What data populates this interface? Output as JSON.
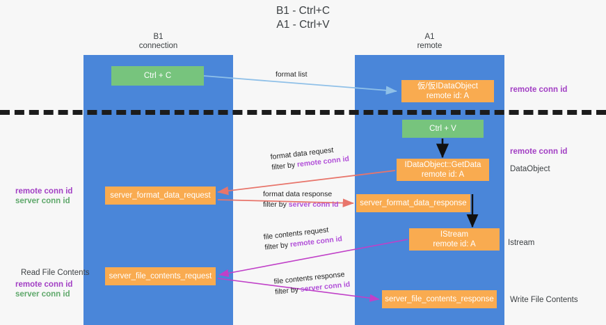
{
  "title": {
    "line1": "B1 - Ctrl+C",
    "line2": "A1 - Ctrl+V"
  },
  "columns": [
    {
      "id": "b1",
      "name": "B1",
      "sub": "connection"
    },
    {
      "id": "a1",
      "name": "A1",
      "sub": "remote"
    }
  ],
  "nodes": {
    "ctrl_c": {
      "line1": "Ctrl + C",
      "line2": ""
    },
    "idataobject": {
      "line1": "仮/仮IDataObject",
      "line2": "remote id: A"
    },
    "ctrl_v": {
      "line1": "Ctrl + V",
      "line2": ""
    },
    "getdata": {
      "line1": "IDataObject::GetData",
      "line2": "remote id: A"
    },
    "server_format_data_request": {
      "line1": "server_format_data_request",
      "line2": ""
    },
    "server_format_data_response": {
      "line1": "server_format_data_response",
      "line2": ""
    },
    "istream": {
      "line1": "IStream",
      "line2": "remote id: A"
    },
    "server_file_contents_request": {
      "line1": "server_file_contents_request",
      "line2": ""
    },
    "server_file_contents_response": {
      "line1": "server_file_contents_response",
      "line2": ""
    }
  },
  "edges": {
    "format_list": {
      "line1": "format list",
      "line2": "",
      "filter": ""
    },
    "format_data_request": {
      "line1": "format data request",
      "filter_prefix": "filter by ",
      "filter": "remote conn id"
    },
    "format_data_response": {
      "line1": "format data response",
      "filter_prefix": "filter by ",
      "filter": "server conn id"
    },
    "file_contents_request": {
      "line1": "file contents request",
      "filter_prefix": "filter by ",
      "filter": "remote conn id"
    },
    "file_contents_response": {
      "line1": "file contents response",
      "filter_prefix": "filter by ",
      "filter": "server conn id"
    }
  },
  "side_labels": {
    "remote_conn_id_top": "remote conn id",
    "remote_conn_id_mid": "remote conn id",
    "dataobject": "DataObject",
    "istream": "Istream",
    "write_file_contents": "Write File Contents",
    "read_file_contents": "Read File Contents",
    "remote_conn_id_left_mid": "remote conn id",
    "server_conn_id_left_mid": "server conn id",
    "remote_conn_id_left_bottom": "remote conn id",
    "server_conn_id_left_bottom": "server conn id"
  },
  "colors": {
    "background": "#f7f7f7",
    "column": "#4a86d9",
    "node_green": "#77c47d",
    "node_orange": "#f9ab50",
    "arrow_blue": "#8fc0e8",
    "arrow_red": "#e8756b",
    "arrow_magenta": "#c040c8",
    "arrow_black": "#111111",
    "divider": "#1c1c1c",
    "text_purple": "#a23fc4",
    "text_green": "#5fa86b"
  }
}
